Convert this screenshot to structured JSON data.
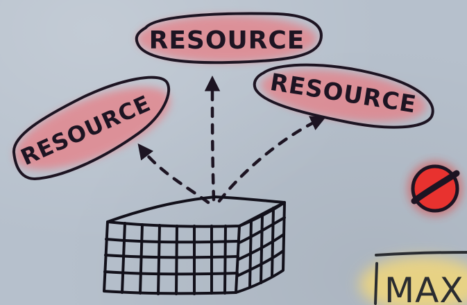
{
  "diagram": {
    "resources": [
      {
        "label": "RESOURCE"
      },
      {
        "label": "RESOURCE"
      },
      {
        "label": "RESOURCE"
      }
    ],
    "max_label": "MAX"
  },
  "colors": {
    "background": "#b6c0cc",
    "ink": "#1d1422",
    "resource_fill": "#e77f86",
    "red_stop": "#e8322f",
    "max_highlight": "#f2d77a"
  }
}
